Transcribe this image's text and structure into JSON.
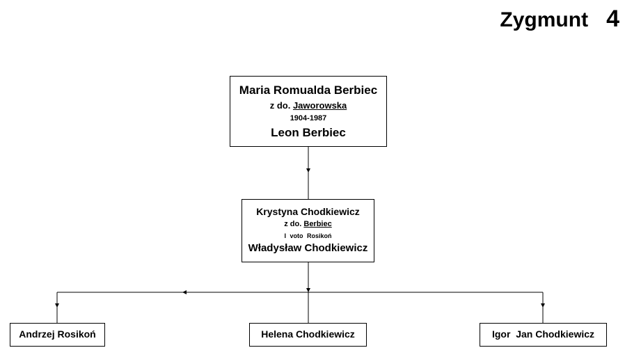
{
  "header": {
    "title": "Zygmunt",
    "number": "4"
  },
  "persons": {
    "maria": {
      "name": "Maria Romualda Berbiec",
      "maiden_prefix": "z do.",
      "maiden_name": "Jaworowska",
      "years": "1904-1987",
      "spouse": "Leon Berbiec"
    },
    "krystyna": {
      "name": "Krystyna Chodkiewicz",
      "maiden_prefix": "z do.",
      "maiden_name": "Berbiec",
      "note": "I  voto  Rosikoń",
      "spouse": "Władysław Chodkiewicz"
    },
    "children": [
      {
        "name": "Andrzej Rosikoń"
      },
      {
        "name": "Helena Chodkiewicz"
      },
      {
        "name": "Igor  Jan Chodkiewicz"
      }
    ]
  },
  "colors": {
    "line": "#000000",
    "box_border": "#000000",
    "background": "#ffffff"
  }
}
